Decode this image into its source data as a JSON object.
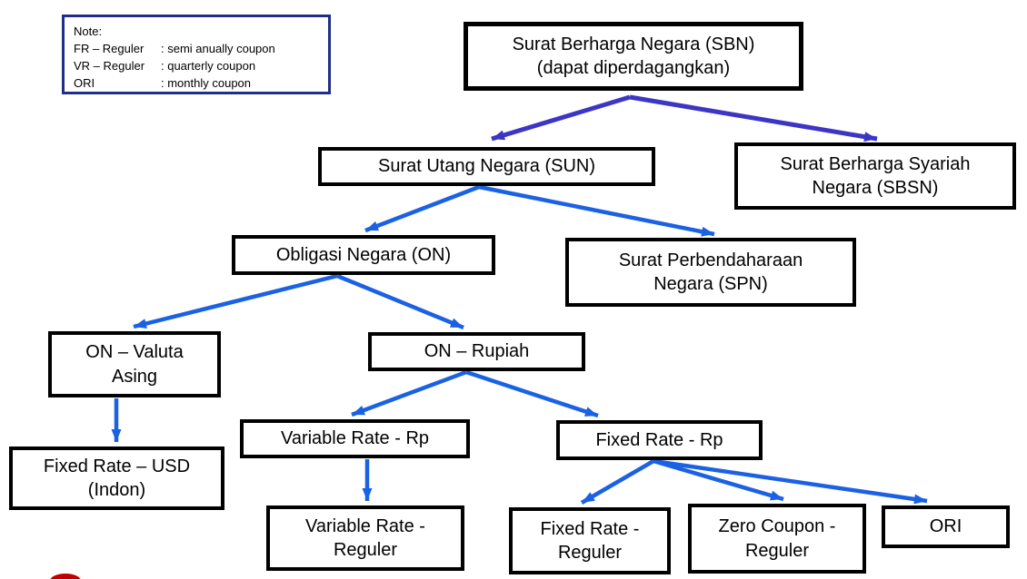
{
  "colors": {
    "box_border": "#000000",
    "note_border": "#1F2E87",
    "root_arrow": "#3D35C4",
    "main_arrow": "#1B61E4",
    "accent_red": "#C00000"
  },
  "note": {
    "title": "Note:",
    "lines": [
      {
        "term": "FR – Reguler",
        "desc": ": semi anually coupon"
      },
      {
        "term": "VR – Reguler",
        "desc": ": quarterly coupon"
      },
      {
        "term": "ORI",
        "desc": ": monthly coupon"
      }
    ]
  },
  "nodes": {
    "sbn": {
      "label": "Surat Berharga Negara (SBN)\n(dapat diperdagangkan)"
    },
    "sun": {
      "label": "Surat Utang Negara (SUN)"
    },
    "sbsn": {
      "label": "Surat Berharga Syariah\nNegara (SBSN)"
    },
    "on": {
      "label": "Obligasi Negara (ON)"
    },
    "spn": {
      "label": "Surat Perbendaharaan\nNegara (SPN)"
    },
    "on_valuta": {
      "label": "ON – Valuta\nAsing"
    },
    "on_rupiah": {
      "label": "ON – Rupiah"
    },
    "fixed_usd": {
      "label": "Fixed Rate – USD\n(Indon)"
    },
    "var_rp": {
      "label": "Variable Rate - Rp"
    },
    "fixed_rp": {
      "label": "Fixed Rate - Rp"
    },
    "var_reguler": {
      "label": "Variable Rate -\nReguler"
    },
    "fixed_reguler": {
      "label": "Fixed Rate -\nReguler"
    },
    "zero_reguler": {
      "label": "Zero Coupon -\nReguler"
    },
    "ori": {
      "label": "ORI"
    }
  },
  "edges": [
    {
      "from": "sbn",
      "to": "sun"
    },
    {
      "from": "sbn",
      "to": "sbsn"
    },
    {
      "from": "sun",
      "to": "on"
    },
    {
      "from": "sun",
      "to": "spn"
    },
    {
      "from": "on",
      "to": "on_valuta"
    },
    {
      "from": "on",
      "to": "on_rupiah"
    },
    {
      "from": "on_valuta",
      "to": "fixed_usd"
    },
    {
      "from": "on_rupiah",
      "to": "var_rp"
    },
    {
      "from": "on_rupiah",
      "to": "fixed_rp"
    },
    {
      "from": "var_rp",
      "to": "var_reguler"
    },
    {
      "from": "fixed_rp",
      "to": "fixed_reguler"
    },
    {
      "from": "fixed_rp",
      "to": "zero_reguler"
    },
    {
      "from": "fixed_rp",
      "to": "ori"
    }
  ]
}
